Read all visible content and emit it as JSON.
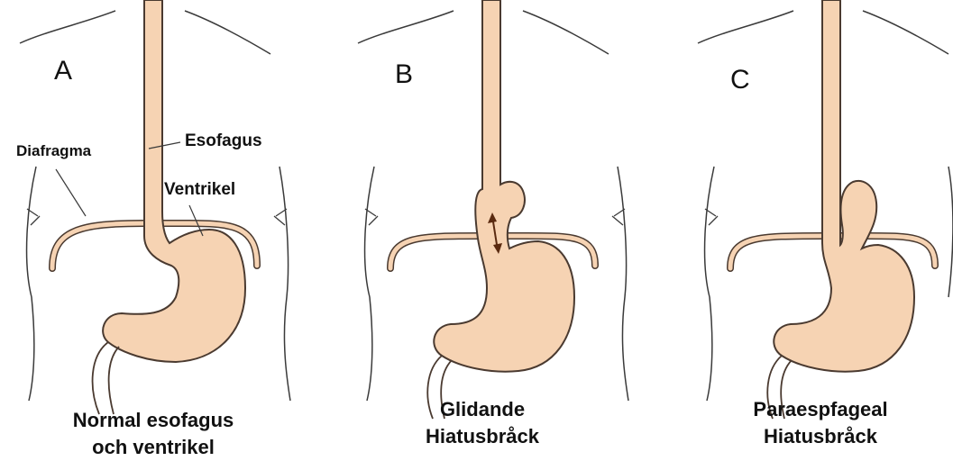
{
  "panels": [
    {
      "letter": "A",
      "caption_line1": "Normal esofagus",
      "caption_line2": "och ventrikel",
      "labels": {
        "diafragma": "Diafragma",
        "esofagus": "Esofagus",
        "ventrikel": "Ventrikel"
      }
    },
    {
      "letter": "B",
      "caption_line1": "Glidande",
      "caption_line2": "Hiatusbråck"
    },
    {
      "letter": "C",
      "caption_line1": "Paraespfageal",
      "caption_line2": "Hiatusbråck"
    }
  ],
  "colors": {
    "tissue_fill": "#f6d3b3",
    "outline": "#4a3a30",
    "body_line": "#3a3a3a",
    "arrow": "#5a2a10",
    "text": "#111111"
  }
}
